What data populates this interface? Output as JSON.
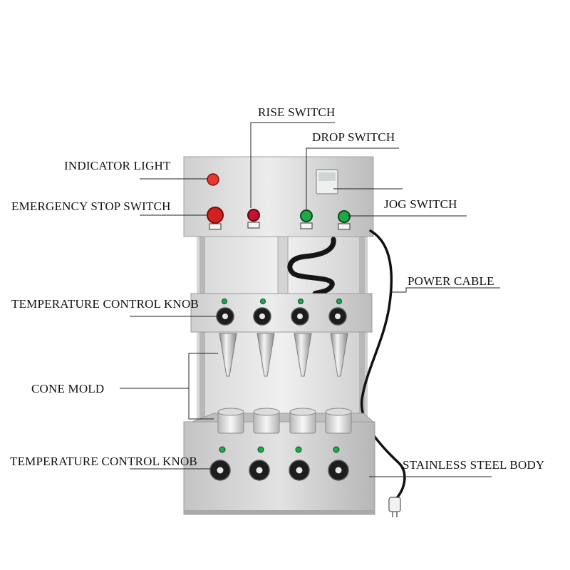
{
  "callouts": {
    "rise_switch": "RISE SWITCH",
    "drop_switch": "DROP SWITCH",
    "indicator_light": "INDICATOR LIGHT",
    "emergency_stop_switch": "EMERGENCY STOP SWITCH",
    "jog_switch": "JOG SWITCH",
    "power_cable": "POWER CABLE",
    "temperature_control_knob_upper": "TEMPERATURE CONTROL KNOB",
    "cone_mold": "CONE MOLD",
    "temperature_control_knob_lower": "TEMPERATURE CONTROL KNOB",
    "stainless_steel_body": "STAINLESS STEEL BODY"
  },
  "colors": {
    "label_text": "#111111",
    "leader_line": "#222222",
    "steel_light": "#e6e6e6",
    "steel_mid": "#c9c9c9",
    "steel_dark": "#9d9d9d",
    "emergency_red": "#d42020",
    "rise_red": "#c8102e",
    "green_button": "#1fa84a",
    "knob_black": "#1d1d1d",
    "cable_black": "#111111"
  }
}
